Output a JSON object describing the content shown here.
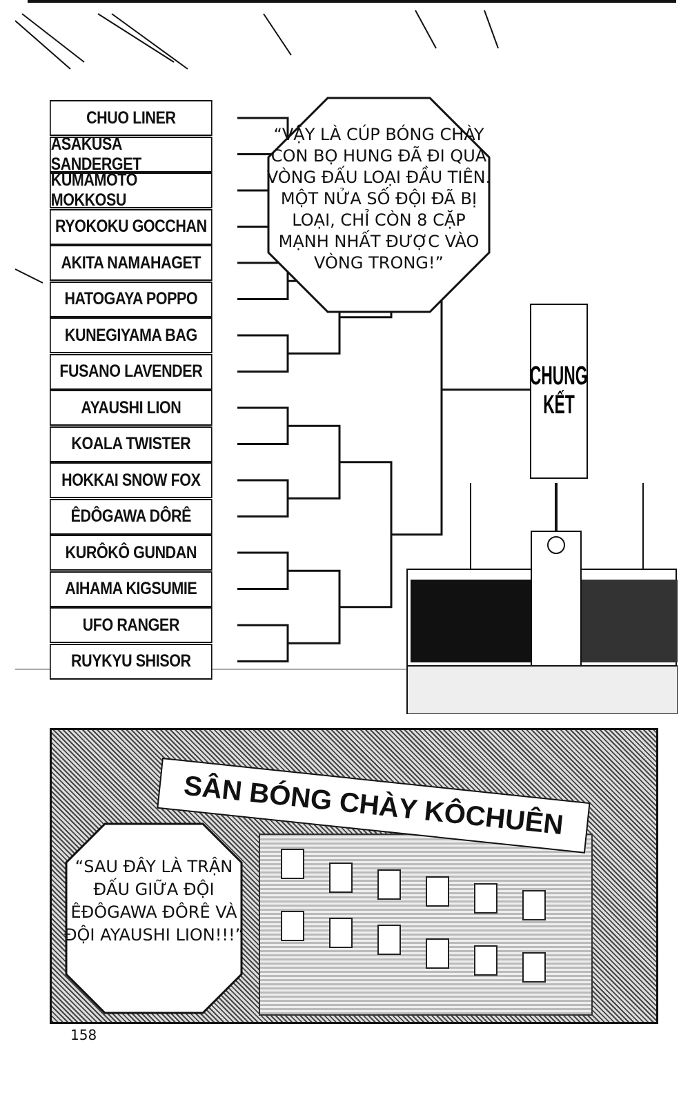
{
  "bracket": {
    "teams": [
      "CHUO LINER",
      "ASAKUSA SANDERGET",
      "KUMAMOTO MOKKOSU",
      "RYOKOKU GOCCHAN",
      "AKITA NAMAHAGET",
      "HATOGAYA POPPO",
      "KUNEGIYAMA BAG",
      "FUSANO LAVENDER",
      "AYAUSHI LION",
      "KOALA TWISTER",
      "HOKKAI SNOW FOX",
      "ÊDÔGAWA DÔRÊ",
      "KURÔKÔ GUNDAN",
      "AIHAMA KIGSUMIE",
      "UFO RANGER",
      "RUYKYU SHISOR"
    ],
    "final_sign": [
      "CHUNG",
      "KẾT"
    ]
  },
  "speech_1": "“VẬY LÀ CÚP BÓNG CHÀY CON BỌ HUNG ĐÃ ĐI QUA VÒNG ĐẤU LOẠI ĐẦU TIÊN. MỘT NỬA SỐ ĐỘI ĐÃ BỊ LOẠI, CHỈ CÒN 8 CẶP MẠNH NHẤT ĐƯỢC VÀO VÒNG TRONG!”",
  "banner": "SÂN BÓNG CHÀY KÔCHUÊN",
  "speech_2": "“SAU ĐÂY LÀ TRẬN ĐẤU GIỮA ĐỘI ÊĐÔGAWA ĐÔRÊ VÀ ĐỘI AYAUSHI LION!!!”",
  "page_number": "158",
  "colors": {
    "ink": "#111111",
    "paper": "#ffffff"
  }
}
